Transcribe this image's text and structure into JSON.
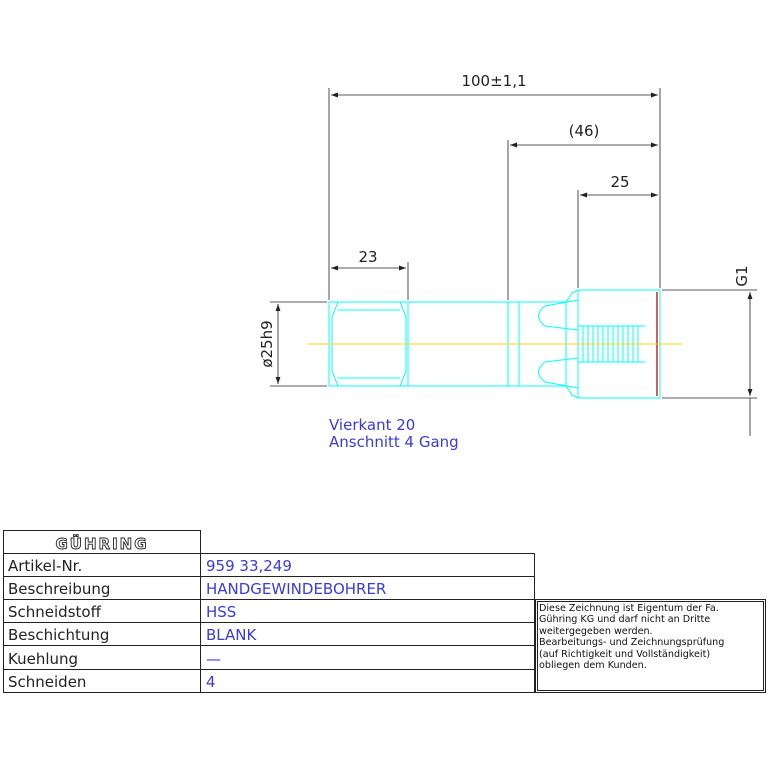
{
  "drawing": {
    "dimensions": {
      "overall_length": "100±1,1",
      "thread_length_ref": "(46)",
      "thread_length": "25",
      "square_length": "23",
      "shank_diameter": "ø25h9",
      "thread_size": "G1"
    },
    "notes": [
      "Vierkant 20",
      "Anschnitt 4 Gang"
    ],
    "colors": {
      "outline": "#00ffff",
      "centerline": "#ffd700",
      "edge_red": "#d01010",
      "dimension": "#222222",
      "note": "#3a3adf"
    }
  },
  "title_block": {
    "logo": "GÜHRING",
    "rows": [
      {
        "label": "Artikel-Nr.",
        "value": "959 33,249"
      },
      {
        "label": "Beschreibung",
        "value": "HANDGEWINDEBOHRER"
      },
      {
        "label": "Schneidstoff",
        "value": "HSS"
      },
      {
        "label": "Beschichtung",
        "value": "BLANK"
      },
      {
        "label": "Kuehlung",
        "value": "—"
      },
      {
        "label": "Schneiden",
        "value": "4"
      }
    ]
  },
  "disclaimer": {
    "lines": [
      "Diese Zeichnung ist Eigentum der Fa.",
      "Gühring KG und darf nicht an Dritte",
      "weitergegeben werden.",
      "Bearbeitungs- und Zeichnungsprüfung",
      "(auf Richtigkeit und Vollständigkeit)",
      "obliegen dem Kunden."
    ]
  }
}
